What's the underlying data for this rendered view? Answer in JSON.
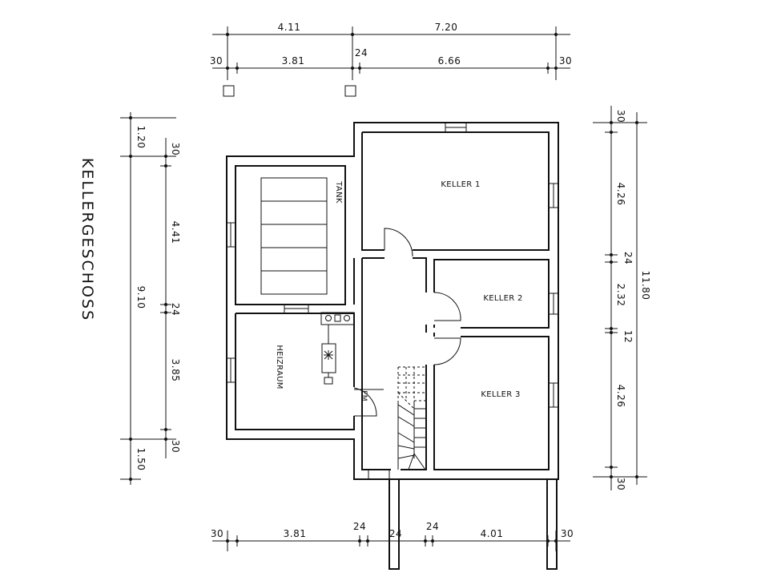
{
  "title": "KELLERGESCHOSS",
  "rooms": {
    "keller1": "KELLER 1",
    "keller2": "KELLER 2",
    "keller3": "KELLER 3",
    "tank": "TANK",
    "heizraum": "HEIZRAUM",
    "fm": "FM"
  },
  "dimensions": {
    "top_total": [
      "4.11",
      "7.20"
    ],
    "top_detail": [
      "30",
      "3.81",
      "24",
      "6.66",
      "30"
    ],
    "bottom_detail": [
      "30",
      "3.81",
      "24",
      "24",
      "24",
      "4.01",
      "30"
    ],
    "left_total": [
      "1.20",
      "9.10",
      "1.50"
    ],
    "left_detail": [
      "30",
      "4.41",
      "24",
      "3.85",
      "30"
    ],
    "right_total": [
      "11.80"
    ],
    "right_detail": [
      "30",
      "4.26",
      "24",
      "2.32",
      "12",
      "4.26",
      "30"
    ]
  },
  "colors": {
    "line": "#111111",
    "background": "#ffffff"
  }
}
